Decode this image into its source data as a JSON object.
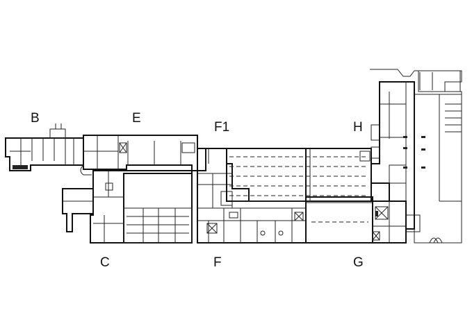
{
  "plan": {
    "labels": {
      "b": "B",
      "e": "E",
      "f1": "F1",
      "h": "H",
      "c": "C",
      "f": "F",
      "g": "G"
    }
  },
  "colors": {
    "ink": "#111111",
    "paper": "#ffffff"
  }
}
